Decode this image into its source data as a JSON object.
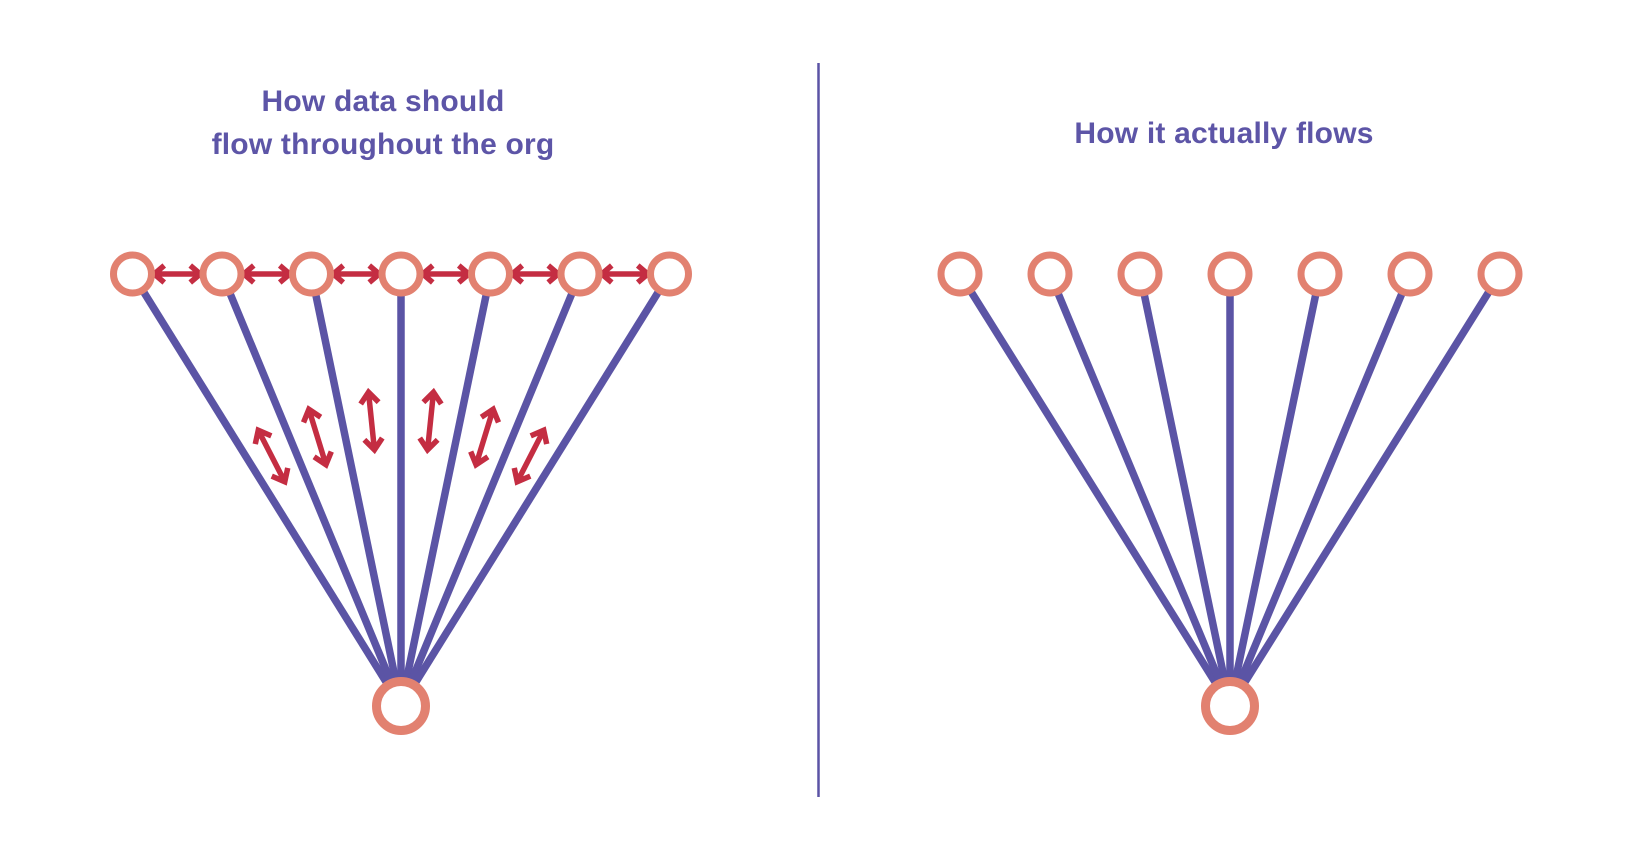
{
  "panels": [
    {
      "id": "ideal-flow",
      "title_lines": [
        "How data should",
        "flow throughout the org"
      ],
      "spoke_count": 7,
      "peer_arrow_count": 6,
      "flow_arrow_count": 6,
      "has_peer_arrows": true,
      "has_flow_arrows": true
    },
    {
      "id": "actual-flow",
      "title_lines": [
        "How it actually flows"
      ],
      "spoke_count": 7,
      "peer_arrow_count": 0,
      "flow_arrow_count": 0,
      "has_peer_arrows": false,
      "has_flow_arrows": false
    }
  ],
  "colors": {
    "node_ring": "#E28170",
    "node_fill": "#FFFFFF",
    "connector": "#5B54A5",
    "arrow": "#C42D42",
    "title": "#5D55A7",
    "divider": "#5B54A5",
    "background": "#FFFFFF"
  }
}
